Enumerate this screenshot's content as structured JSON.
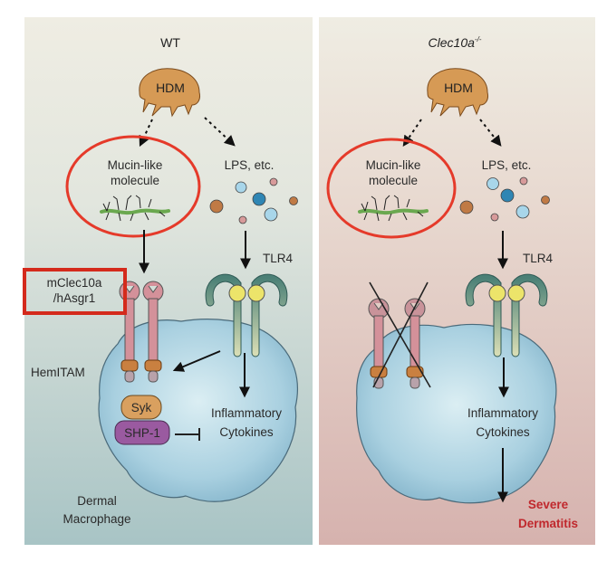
{
  "figure": {
    "panels": [
      {
        "id": "wt",
        "title": "WT",
        "title_italic": false,
        "allergen": "HDM",
        "ligand_left": [
          "Mucin-like",
          "molecule"
        ],
        "ligand_right": "LPS, etc.",
        "tlr_label": "TLR4",
        "receptor_label": [
          "mClec10a",
          "/hAsgr1"
        ],
        "motif_label": "HemITAM",
        "kinase": "Syk",
        "phosphatase": "SHP-1",
        "output": [
          "Inflammatory",
          "Cytokines"
        ],
        "cell_label": [
          "Dermal",
          "Macrophage"
        ],
        "background_top": "#efede3",
        "background_bottom": "#a8c4c5"
      },
      {
        "id": "ko",
        "title": "Clec10a",
        "title_superscript": "-/-",
        "title_italic": true,
        "allergen": "HDM",
        "ligand_left": [
          "Mucin-like",
          "molecule"
        ],
        "ligand_right": "LPS, etc.",
        "tlr_label": "TLR4",
        "output": [
          "Inflammatory",
          "Cytokines"
        ],
        "outcome": [
          "Severe",
          "Dermatitis"
        ],
        "receptor_knocked_out": true,
        "background_top": "#efede3",
        "background_bottom": "#d6b2ae"
      }
    ],
    "colors": {
      "highlight_red": "#e53a2a",
      "box_red": "#d42a1c",
      "mite": "#d69a55",
      "receptor_pink": "#d4919a",
      "tlr_green": "#3c7a72",
      "cell_blue": "#a8d0e0",
      "syk": "#d9a05f",
      "shp1": "#9a5aa0",
      "outcome_red": "#c0282d"
    }
  }
}
